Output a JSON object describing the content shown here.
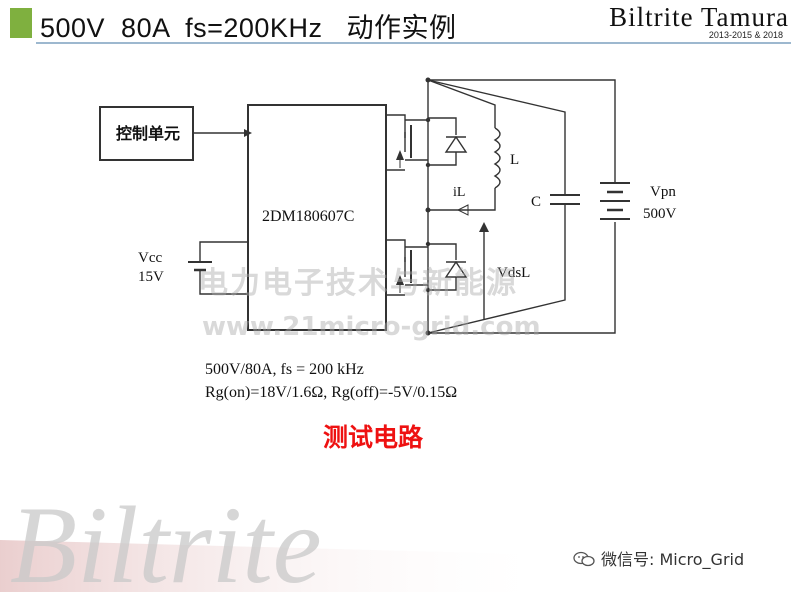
{
  "header": {
    "title": "500V  80A  fs=200KHz   动作实例",
    "brand": "Biltrite Tamura",
    "brand_sub": "2013-2015 & 2018"
  },
  "diagram": {
    "control_label": "控制单元",
    "driver_label": "2DM180607C",
    "vcc_label": "Vcc",
    "vcc_value": "15V",
    "inductor_label": "L",
    "current_label": "iL",
    "cap_label": "C",
    "vpn_label": "Vpn",
    "vpn_value": "500V",
    "vdsl_label": "VdsL"
  },
  "watermark": {
    "line1": "电力电子技术与新能源",
    "line2": "www.21micro-grid.com"
  },
  "specs": {
    "line1": "500V/80A, fs = 200 kHz",
    "line2": "Rg(on)=18V/1.6Ω, Rg(off)=-5V/0.15Ω"
  },
  "caption": "测试电路",
  "footer": {
    "wechat": "微信号: Micro_Grid",
    "logo_text": "Biltrite"
  },
  "colors": {
    "accent": "#7fb03f",
    "caption": "#ee1111",
    "rule": "#9db8cf"
  }
}
